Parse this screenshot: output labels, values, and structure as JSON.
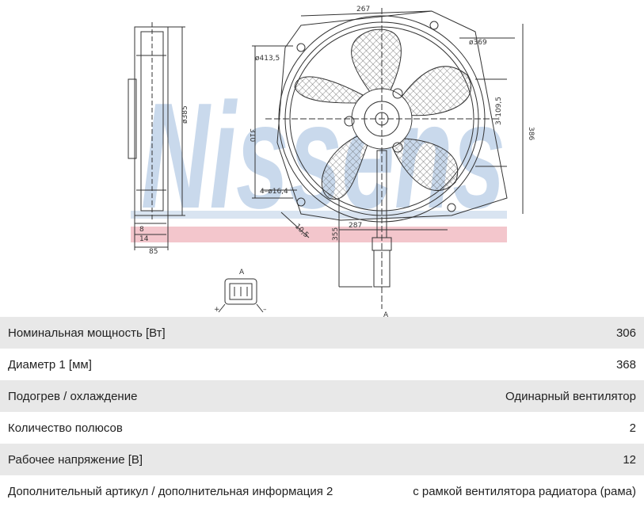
{
  "drawing": {
    "brand_watermark": "Nissens",
    "dims": {
      "width_top": "267",
      "outer_diameter": "ø413,5",
      "frame_diameter": "ø369",
      "height_left": "310",
      "height_right": "386",
      "pitch": "3–109,5",
      "mount_holes": "4–ø16,4",
      "bottom_width": "287",
      "hole_offset": "10,5",
      "cable_length": "355",
      "side_diameter": "ø385",
      "side_depth_8": "8",
      "side_depth_14": "14",
      "side_depth_85": "85",
      "section_mark": "A",
      "section_mark_bottom": "A",
      "plus_sign": "+",
      "minus_sign": "–"
    }
  },
  "specs": {
    "rows": [
      {
        "label": "Номинальная мощность [Вт]",
        "value": "306"
      },
      {
        "label": "Диаметр 1 [мм]",
        "value": "368"
      },
      {
        "label": "Подогрев / охлаждение",
        "value": "Одинарный вентилятор"
      },
      {
        "label": "Количество полюсов",
        "value": "2"
      },
      {
        "label": "Рабочее напряжение [В]",
        "value": "12"
      },
      {
        "label": "Дополнительный артикул / дополнительная информация 2",
        "value": "с рамкой вентилятора радиатора (рама)"
      }
    ]
  },
  "colors": {
    "watermark_blue": "#b8cde6",
    "watermark_red": "#f3c6cc",
    "row_alt": "#e8e8e8",
    "line": "#333333"
  }
}
